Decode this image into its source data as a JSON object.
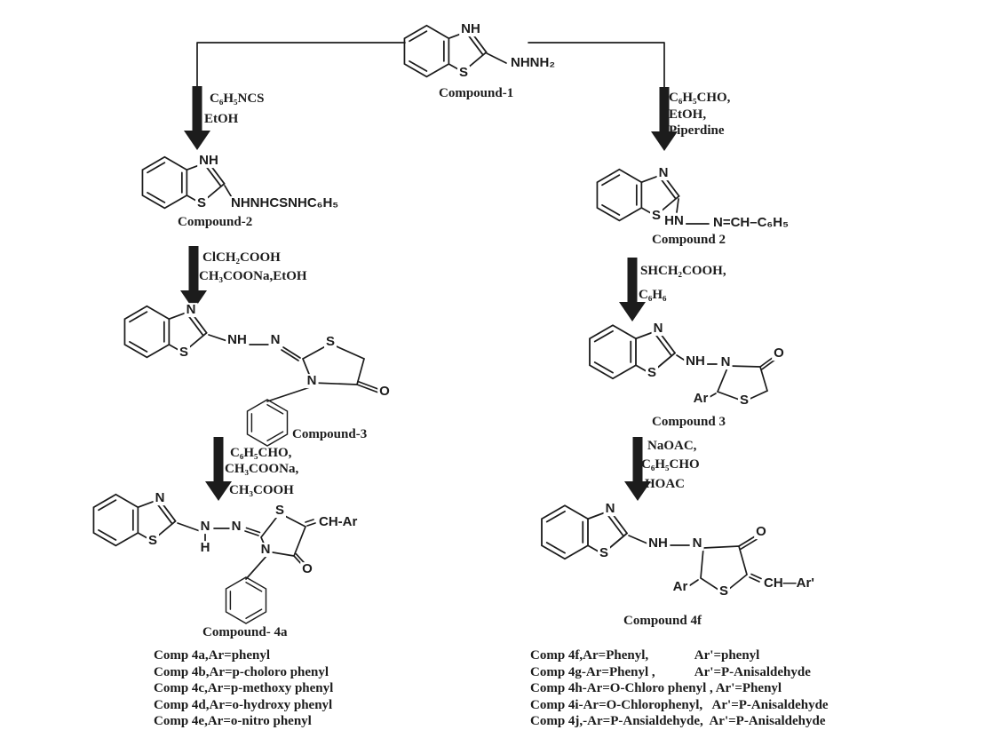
{
  "compound1": {
    "name": "Compound-1",
    "ring_n": "NH",
    "ring_s": "S",
    "chain": "NHNH₂"
  },
  "left": {
    "r1a": "C₆H₅NCS",
    "r1b": "EtOH",
    "c2": {
      "name": "Compound-2",
      "ring_n": "NH",
      "ring_s": "S",
      "chain": "NHNHCSNHC₆H₅"
    },
    "r2a": "ClCH₂COOH",
    "r2b": "CH₃COONa,EtOH",
    "c3": {
      "name": "Compound-3",
      "ring_n": "N",
      "ring_s": "S",
      "nh": "NH",
      "n": "N",
      "ring2_s": "S",
      "ring2_n": "N",
      "o": "O"
    },
    "r3a": "C₆H₅CHO,",
    "r3b": "CH₃COONa,",
    "r3c": "CH₃COOH",
    "c4": {
      "name": "Compound- 4a",
      "ring_n": "N",
      "ring_s": "S",
      "n1": "N",
      "h": "H",
      "n2": "N",
      "ring2_s": "S",
      "ring2_n": "N",
      "o": "O",
      "ch_ar": "CH-Ar"
    },
    "variants": [
      "Comp 4a,Ar=phenyl",
      "Comp 4b,Ar=p-choloro phenyl",
      "Comp 4c,Ar=p-methoxy phenyl",
      "Comp 4d,Ar=o-hydroxy phenyl",
      "Comp 4e,Ar=o-nitro phenyl"
    ]
  },
  "right": {
    "r1a": "C₆H₅CHO,",
    "r1b": "EtOH,",
    "r1c": "Piperdine",
    "c2": {
      "name": "Compound 2",
      "ring_n": "N",
      "ring_s": "S",
      "hn": "HN",
      "chain": "N=CH–C₆H₅"
    },
    "r2a": "SHCH₂COOH,",
    "r2b": "C₆H₆",
    "c3": {
      "name": "Compound 3",
      "ring_n": "N",
      "ring_s": "S",
      "nh": "NH",
      "ring2_n": "N",
      "o": "O",
      "ar": "Ar",
      "ring2_s": "S"
    },
    "r3a": "NaOAC,",
    "r3b": "C₆H₅CHO",
    "r3c": "HOAC",
    "c4": {
      "name": "Compound 4f",
      "ring_n": "N",
      "ring_s": "S",
      "nh": "NH",
      "ring2_n": "N",
      "o": "O",
      "ar": "Ar",
      "ring2_s": "S",
      "ch_ar": "CH—Ar'"
    },
    "variants": [
      "Comp 4f,Ar=Phenyl,              Ar'=phenyl",
      "Comp 4g-Ar=Phenyl ,            Ar'=P-Anisaldehyde",
      "Comp 4h-Ar=O-Chloro phenyl , Ar'=Phenyl",
      "Comp 4i-Ar=O-Chlorophenyl,   Ar'=P-Anisaldehyde",
      "Comp 4j,-Ar=P-Ansialdehyde,  Ar'=P-Anisaldehyde"
    ]
  }
}
